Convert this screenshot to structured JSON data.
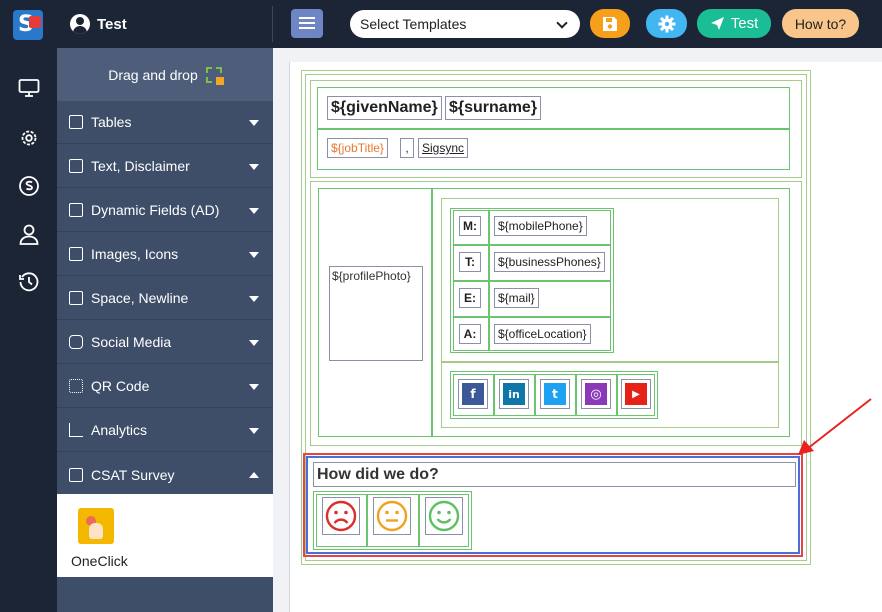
{
  "header": {
    "user_name": "Test",
    "select_placeholder": "Select Templates",
    "test_label": "Test",
    "howto_label": "How to?"
  },
  "panel": {
    "drag_drop_label": "Drag and drop",
    "categories": [
      {
        "label": "Tables",
        "icon": "table-icon"
      },
      {
        "label": "Text, Disclaimer",
        "icon": "text-icon"
      },
      {
        "label": "Dynamic Fields (AD)",
        "icon": "code-icon"
      },
      {
        "label": "Images, Icons",
        "icon": "image-icon"
      },
      {
        "label": "Space, Newline",
        "icon": "newline-icon"
      },
      {
        "label": "Social Media",
        "icon": "instagram-icon"
      },
      {
        "label": "QR Code",
        "icon": "qr-icon"
      },
      {
        "label": "Analytics",
        "icon": "chart-icon"
      },
      {
        "label": "CSAT Survey",
        "icon": "survey-icon",
        "expanded": true
      }
    ],
    "csat_item_label": "OneClick"
  },
  "signature": {
    "given_name": "${givenName}",
    "surname": "${surname}",
    "job_title": "${jobTitle}",
    "comma": ",",
    "company": "Sigsync",
    "profile_photo": "${profilePhoto}",
    "contacts": [
      {
        "label": "M:",
        "value": "${mobilePhone}"
      },
      {
        "label": "T:",
        "value": "${businessPhones}"
      },
      {
        "label": "E:",
        "value": "${mail}"
      },
      {
        "label": "A:",
        "value": "${officeLocation}"
      }
    ],
    "social": [
      {
        "name": "facebook-icon",
        "glyph": "f",
        "color": "#3b5998"
      },
      {
        "name": "linkedin-icon",
        "glyph": "in",
        "color": "#0e76a8"
      },
      {
        "name": "twitter-icon",
        "glyph": "t",
        "color": "#1da1f2"
      },
      {
        "name": "instagram-icon",
        "glyph": "◎",
        "color": "#8a3ab9"
      },
      {
        "name": "youtube-icon",
        "glyph": "▶",
        "color": "#e62117"
      }
    ],
    "csat_question": "How did we do?"
  },
  "colors": {
    "job_title": "#e8772e",
    "highlight_blue": "#4a6fd8",
    "highlight_red": "#e54545",
    "sad": "#d9302c",
    "neutral": "#f0a21e",
    "happy": "#5cc15f"
  }
}
